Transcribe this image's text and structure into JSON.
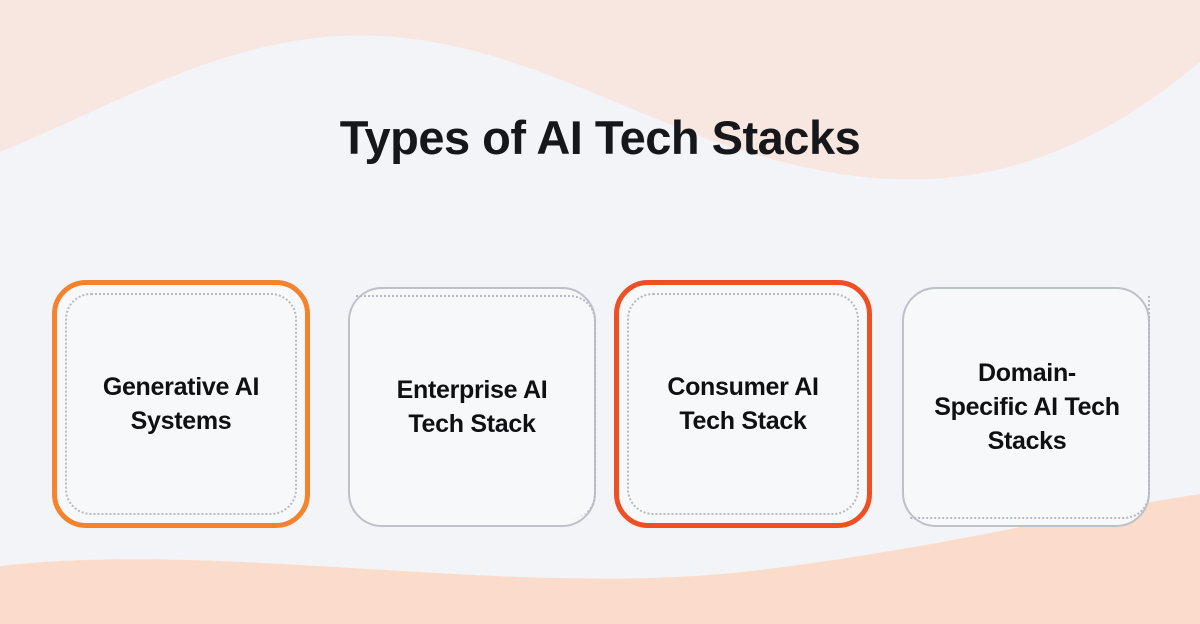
{
  "page": {
    "title": "Types of AI Tech Stacks",
    "background_color": "#F2F4F7",
    "wave_top_color": "#F8E7E1",
    "wave_bottom_color": "#FBDCCB",
    "card_fill_color": "#F7F8F9",
    "dotted_border_color": "#B6BAC2"
  },
  "cards": [
    {
      "label": "Generative AI\nSystems",
      "accent_color": "#F5822C",
      "highlighted": "true",
      "border_style": "solid"
    },
    {
      "label": "Enterprise AI\nTech Stack",
      "accent_color": "#BDC1C8",
      "highlighted": "false",
      "border_style": "solid"
    },
    {
      "label": "Consumer AI\nTech Stack",
      "accent_color": "#F04E23",
      "highlighted": "true",
      "border_style": "solid"
    },
    {
      "label": "Domain-\nSpecific AI Tech\nStacks",
      "accent_color": "#BDC1C8",
      "highlighted": "false",
      "border_style": "solid"
    }
  ]
}
